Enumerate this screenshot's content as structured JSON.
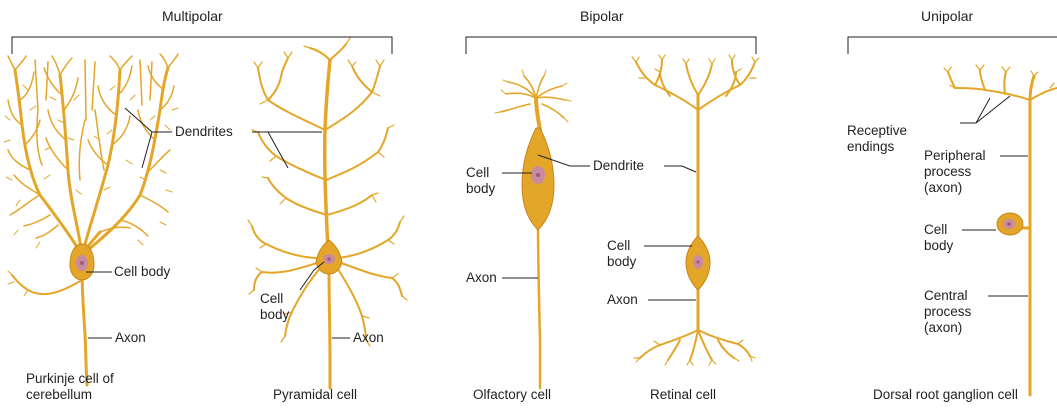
{
  "colors": {
    "neuron": "#E4A628",
    "neuron_edge": "#C9861A",
    "nucleus": "#C98BA0",
    "nucleolus": "#9E5A78",
    "line": "#231f20"
  },
  "groups": {
    "multipolar": "Multipolar",
    "bipolar": "Bipolar",
    "unipolar": "Unipolar"
  },
  "labels": {
    "dendrites": "Dendrites",
    "purkinje_cell_body": "Cell body",
    "purkinje_axon": "Axon",
    "pyramidal_cell_body": "Cell\nbody",
    "pyramidal_axon": "Axon",
    "olfactory_cell_body": "Cell\nbody",
    "olfactory_axon": "Axon",
    "dendrite": "Dendrite",
    "retinal_cell_body": "Cell\nbody",
    "retinal_axon": "Axon",
    "receptive_endings": "Receptive\nendings",
    "peripheral_process": "Peripheral\nprocess\n(axon)",
    "drg_cell_body": "Cell\nbody",
    "central_process": "Central\nprocess\n(axon)"
  },
  "captions": {
    "purkinje": "Purkinje cell of\ncerebellum",
    "pyramidal": "Pyramidal cell",
    "olfactory": "Olfactory cell",
    "retinal": "Retinal cell",
    "drg": "Dorsal root ganglion cell"
  }
}
